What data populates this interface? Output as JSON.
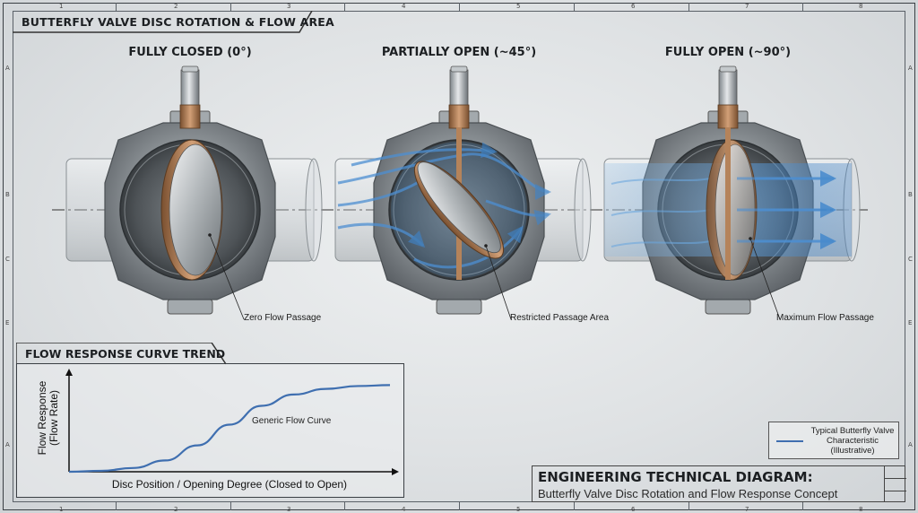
{
  "title": "BUTTERFLY VALVE DISC ROTATION & FLOW AREA",
  "ruler": {
    "numbers": [
      "1",
      "2",
      "3",
      "4",
      "5",
      "6",
      "7",
      "8"
    ],
    "letters_left": [
      "A",
      "B",
      "C",
      "E",
      "A"
    ],
    "letters_right": [
      "A",
      "B",
      "C",
      "E",
      "A"
    ]
  },
  "states": [
    {
      "label": "FULLY CLOSED (0°)",
      "callout": "Zero Flow Passage"
    },
    {
      "label": "PARTIALLY OPEN (~45°)",
      "callout": "Restricted Passage Area"
    },
    {
      "label": "FULLY OPEN (~90°)",
      "callout": "Maximum Flow Passage"
    }
  ],
  "chart_data": {
    "type": "line",
    "title": "FLOW RESPONSE CURVE TREND",
    "xlabel": "Disc Position / Opening Degree (Closed to Open)",
    "ylabel": "Flow Response (Flow Rate)",
    "annotation": "Generic Flow Curve",
    "xlim": [
      0,
      100
    ],
    "ylim": [
      0,
      100
    ],
    "series": [
      {
        "name": "Typical Butterfly Valve Characteristic (Illustrative)",
        "x": [
          0,
          10,
          20,
          30,
          40,
          50,
          60,
          70,
          80,
          90,
          100
        ],
        "values": [
          0,
          1,
          4,
          12,
          28,
          50,
          70,
          82,
          88,
          91,
          92
        ]
      }
    ],
    "legend_position": "lower-right",
    "grid": false
  },
  "legend": {
    "line1": "Typical Butterfly Valve",
    "line2": "Characteristic",
    "line3": "(Illustrative)"
  },
  "title_block": {
    "title": "ENGINEERING TECHNICAL DIAGRAM:",
    "subtitle": "Butterfly Valve Disc Rotation and Flow Response Concept"
  },
  "colors": {
    "steel": "#8c9296",
    "bronze": "#b5835a",
    "flow_blue": "#5b9ad6",
    "curve_blue": "#3f6fb0"
  }
}
